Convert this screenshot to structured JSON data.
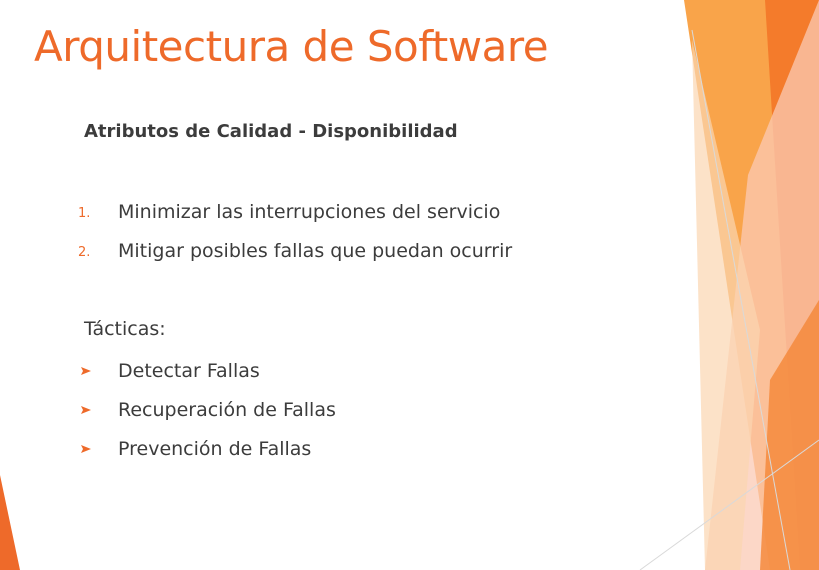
{
  "slide": {
    "title": "Arquitectura de Software",
    "subtitle": "Atributos de Calidad - Disponibilidad",
    "numbered_items": [
      {
        "marker": "1.",
        "text": "Minimizar las interrupciones del servicio"
      },
      {
        "marker": "2.",
        "text": "Mitigar posibles fallas que puedan ocurrir"
      }
    ],
    "tactics_label": "Tácticas:",
    "tactics": [
      {
        "text": "Detectar Fallas"
      },
      {
        "text": "Recuperación de Fallas"
      },
      {
        "text": "Prevención de Fallas"
      }
    ]
  },
  "colors": {
    "accent": "#ee6a2a",
    "accent_light": "#f9a44a",
    "accent_pale": "#fbc9b4",
    "text": "#3c3c3c",
    "background": "#ffffff"
  },
  "icons": {
    "bullet": "arrowhead-right-icon"
  }
}
